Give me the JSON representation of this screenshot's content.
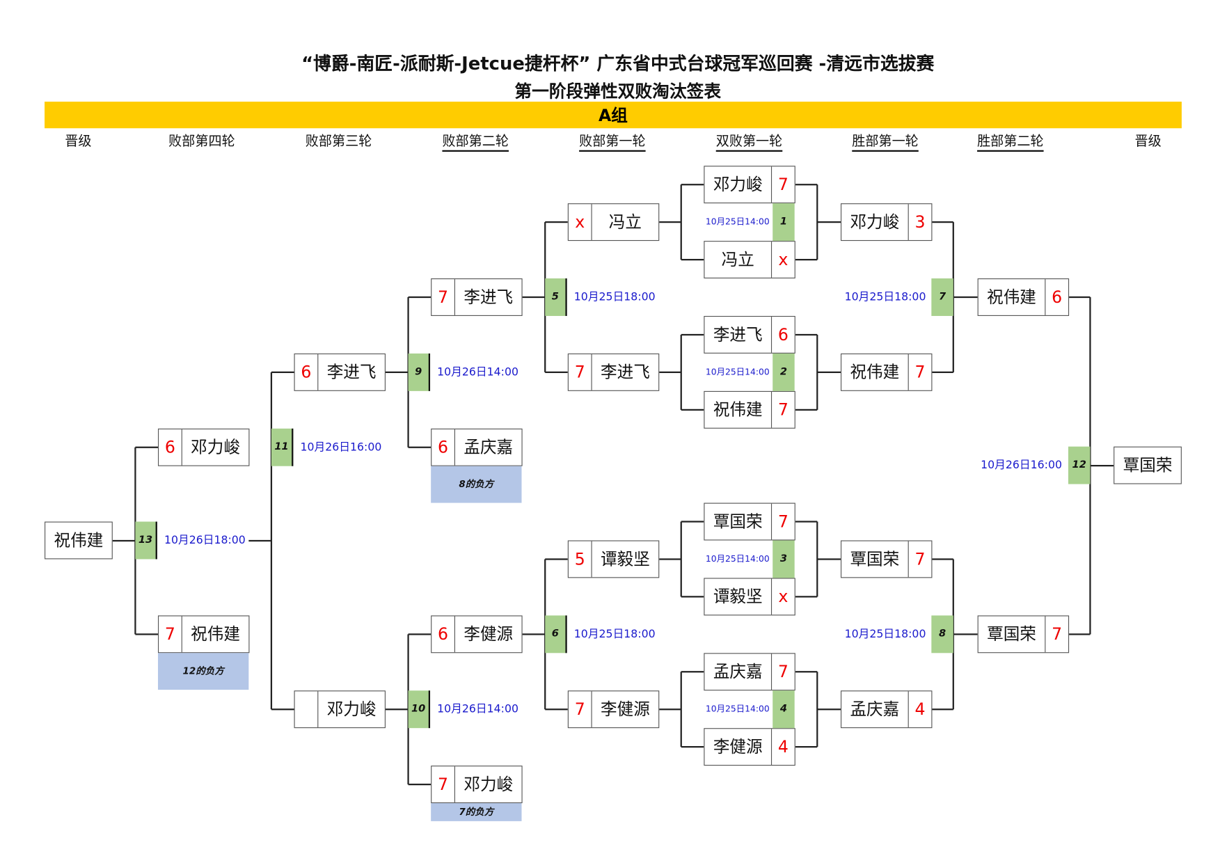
{
  "title": "“博爵-南匠-派耐斯-Jetcue捷杆杯” 广东省中式台球冠军巡回赛 -清远市选拔赛",
  "subtitle": "第一阶段弹性双败淘汰签表",
  "group": "A组",
  "columns": [
    "晋级",
    "败部第四轮",
    "败部第三轮",
    "败部第二轮",
    "败部第一轮",
    "双败第一轮",
    "胜部第一轮",
    "胜部第二轮",
    "晋级"
  ],
  "colors": {
    "band": "#FFCC00",
    "match": "#A9D18E",
    "note": "#B4C6E7",
    "score": "#EE0000",
    "date": "#1A1ACC"
  },
  "double_r1": [
    {
      "match": "1",
      "date": "10月25日14:00",
      "p1": "邓力峻",
      "s1": "7",
      "p2": "冯立",
      "s2": "x"
    },
    {
      "match": "2",
      "date": "10月25日14:00",
      "p1": "李进飞",
      "s1": "6",
      "p2": "祝伟建",
      "s2": "7"
    },
    {
      "match": "3",
      "date": "10月25日14:00",
      "p1": "覃国荣",
      "s1": "7",
      "p2": "谭毅坚",
      "s2": "x"
    },
    {
      "match": "4",
      "date": "10月25日14:00",
      "p1": "孟庆嘉",
      "s1": "7",
      "p2": "李健源",
      "s2": "4"
    }
  ],
  "winners_r1": [
    {
      "name": "邓力峻",
      "score": "3"
    },
    {
      "name": "祝伟建",
      "score": "7"
    },
    {
      "name": "覃国荣",
      "score": "7"
    },
    {
      "name": "孟庆嘉",
      "score": "4"
    }
  ],
  "winners_matches": [
    {
      "match": "7",
      "date": "10月25日18:00"
    },
    {
      "match": "8",
      "date": "10月25日18:00"
    },
    {
      "match": "12",
      "date": "10月26日16:00"
    }
  ],
  "winners_r2": [
    {
      "name": "祝伟建",
      "score": "6"
    },
    {
      "name": "覃国荣",
      "score": "7"
    }
  ],
  "winners_advance": "覃国荣",
  "losers_r1": [
    {
      "name": "冯立",
      "score": "x"
    },
    {
      "name": "李进飞",
      "score": "7"
    },
    {
      "name": "谭毅坚",
      "score": "5"
    },
    {
      "name": "李健源",
      "score": "7"
    }
  ],
  "losers_matches": [
    {
      "match": "5",
      "date": "10月25日18:00"
    },
    {
      "match": "6",
      "date": "10月25日18:00"
    },
    {
      "match": "9",
      "date": "10月26日14:00"
    },
    {
      "match": "10",
      "date": "10月26日14:00"
    },
    {
      "match": "11",
      "date": "10月26日16:00"
    },
    {
      "match": "13",
      "date": "10月26日18:00"
    }
  ],
  "losers_r2": [
    {
      "name": "李进飞",
      "score": "7"
    },
    {
      "name": "孟庆嘉",
      "score": "6",
      "note": "8的负方"
    },
    {
      "name": "李健源",
      "score": "6"
    },
    {
      "name": "邓力峻",
      "score": "7",
      "note": "7的负方"
    }
  ],
  "losers_r3": [
    {
      "name": "李进飞",
      "score": "6"
    },
    {
      "name": "邓力峻",
      "score": ""
    }
  ],
  "losers_r4": [
    {
      "name": "邓力峻",
      "score": "6"
    },
    {
      "name": "祝伟建",
      "score": "7",
      "note": "12的负方"
    }
  ],
  "losers_advance": "祝伟建"
}
